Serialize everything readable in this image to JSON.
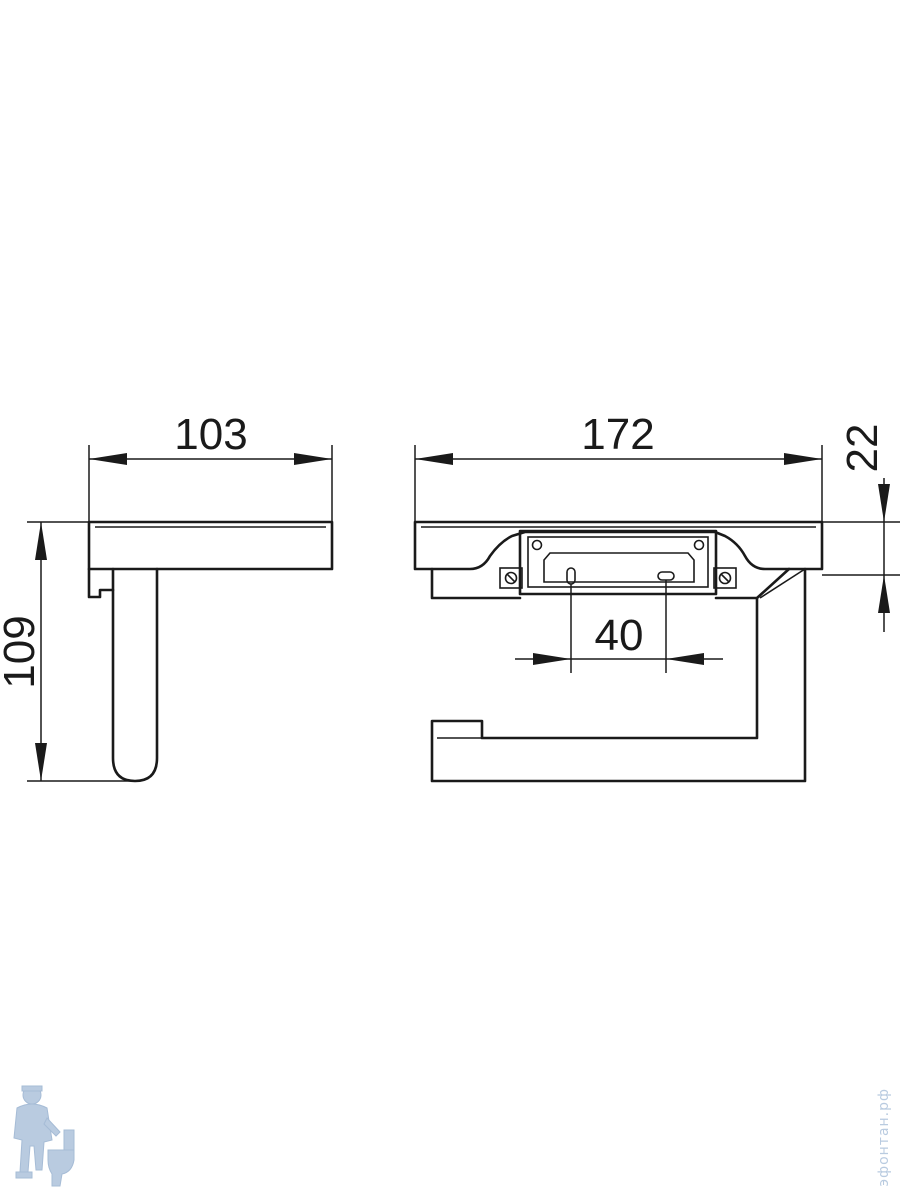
{
  "dimensions": {
    "side_width": "103",
    "side_height": "109",
    "front_width": "172",
    "shelf_thickness": "22",
    "hole_spacing": "40"
  },
  "watermark": {
    "text": "эфонтан.рф",
    "logo_icon": "plumber-with-toilet-icon",
    "color": "#b9cbe0"
  },
  "colors": {
    "line": "#1a1a1a",
    "background": "#ffffff"
  }
}
